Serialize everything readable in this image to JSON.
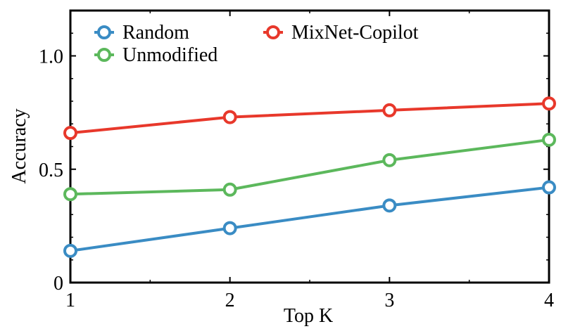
{
  "chart_data": {
    "type": "line",
    "xlabel": "Top K",
    "ylabel": "Accuracy",
    "x": [
      1,
      2,
      3,
      4
    ],
    "xlim": [
      1,
      4
    ],
    "ylim": [
      0,
      1.2
    ],
    "x_ticks": [
      1,
      2,
      3,
      4
    ],
    "x_tick_labels": [
      "1",
      "2",
      "3",
      "4"
    ],
    "y_ticks": [
      0,
      0.5,
      1.0
    ],
    "y_tick_labels": [
      "0",
      "0.5",
      "1.0"
    ],
    "grid": false,
    "legend_position": "top-left",
    "series": [
      {
        "name": "Random",
        "color": "#3a8cc4",
        "values": [
          0.14,
          0.24,
          0.34,
          0.42
        ]
      },
      {
        "name": "Unmodified",
        "color": "#5cb85c",
        "values": [
          0.39,
          0.41,
          0.54,
          0.63
        ]
      },
      {
        "name": "MixNet-Copilot",
        "color": "#e8382b",
        "values": [
          0.66,
          0.73,
          0.76,
          0.79
        ]
      }
    ]
  }
}
